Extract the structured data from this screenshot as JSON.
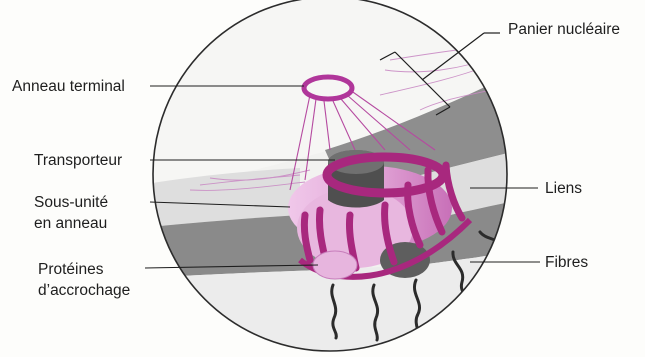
{
  "diagram": {
    "labels": {
      "panier_nucleaire": "Panier nucléaire",
      "anneau_terminal": "Anneau terminal",
      "transporteur": "Transporteur",
      "sous_unite_line1": "Sous-unité",
      "sous_unite_line2": "en anneau",
      "liens": "Liens",
      "fibres": "Fibres",
      "proteines_line1": "Protéines",
      "proteines_line2": "d’accrochage"
    },
    "colors": {
      "magenta": "#a8287e",
      "pink_light": "#e3a8d8",
      "membrane_grey": "#8b8b8b",
      "cytoplasm": "#ececec",
      "nucleoplasm": "#f7f7f5",
      "transporter": "#555555"
    }
  }
}
